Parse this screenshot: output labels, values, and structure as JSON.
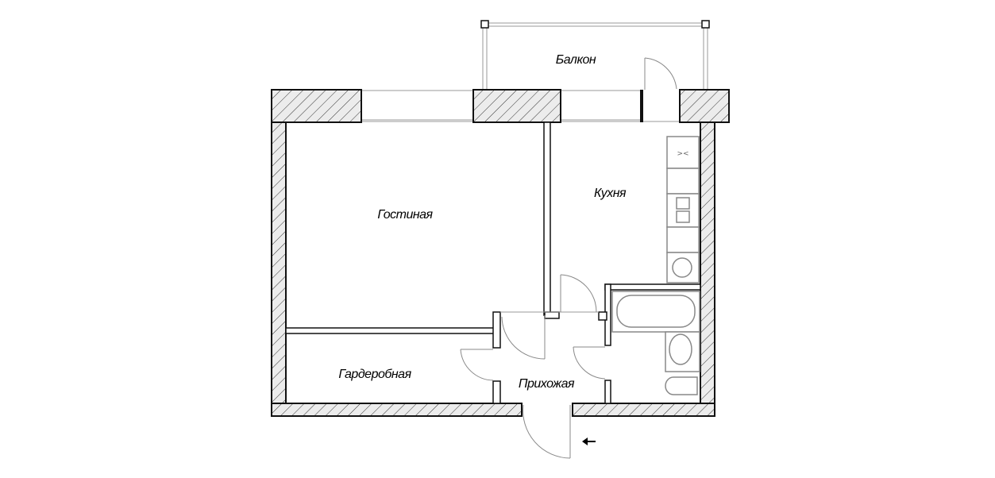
{
  "rooms": {
    "balcony": "Балкон",
    "living_room": "Гостиная",
    "kitchen": "Кухня",
    "wardrobe": "Гардеробная",
    "hallway": "Прихожая"
  },
  "icons": {
    "entrance_arrow": "arrow-left-icon"
  }
}
